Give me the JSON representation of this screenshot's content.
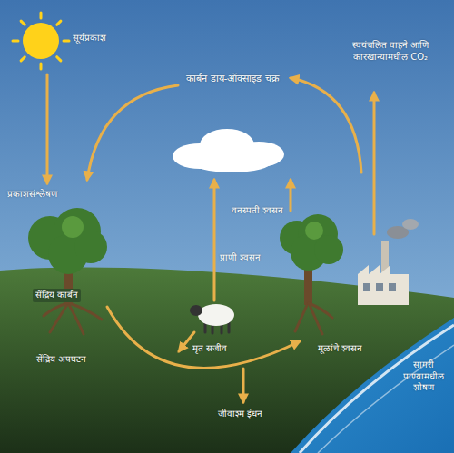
{
  "diagram": {
    "title": "कार्बन डाय-ऑक्साइड चक्र",
    "labels": [
      "सूर्यप्रकाश",
      "स्वयंचलित वाहने आणि कारखान्यामधील CO₂",
      "प्रकाशसंश्लेषण",
      "वनस्पती श्वसन",
      "प्राणी श्वसन",
      "सेंद्रिय कार्बन",
      "मृत सजीव",
      "मूळांचे श्वसन",
      "सेंद्रिय अपघटन",
      "सागरी पाण्यामधील शोषण",
      "जीवाश्म इंधन"
    ]
  }
}
